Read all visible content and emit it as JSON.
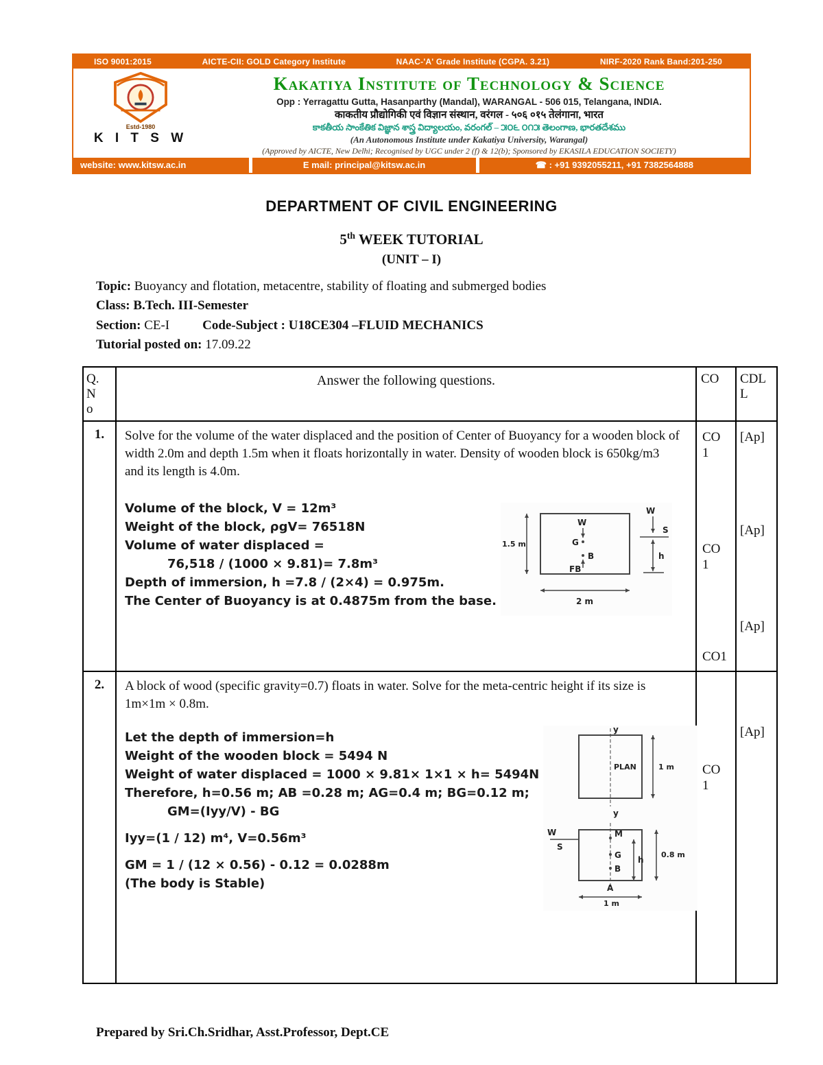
{
  "colors": {
    "accent_orange": "#E2670B",
    "institute_green": "#129412",
    "telugu_teal": "#1D9E84"
  },
  "banner": {
    "items": [
      "ISO 9001:2015",
      "AICTE-CII: GOLD Category Institute",
      "NAAC-'A' Grade Institute (CGPA. 3.21)",
      "NIRF-2020  Rank Band:201-250"
    ]
  },
  "header": {
    "institute_name": "Kakatiya Institute of Technology & Science",
    "address": "Opp : Yerragattu Gutta, Hasanparthy (Mandal), WARANGAL - 506 015, Telangana, INDIA.",
    "hindi_line": "काकतीय प्रौद्योगिकी एवं विज्ञान संस्थान, वरंगल - ५०६ ०१५ तेलंगाना, भारत",
    "telugu_line": "కాకతీయ సాంకేతిక విజ్ఞాన శాస్త్ర విద్యాలయం, వరంగల్ – ౫౦౬ ౦౧౫ తెలంగాణ, భారతదేశము",
    "autonomous_line": "(An Autonomous Institute under Kakatiya University, Warangal)",
    "approved_line": "(Approved by AICTE, New Delhi; Recognised by UGC under 2 (f) & 12(b); Sponsored by EKASILA EDUCATION SOCIETY)",
    "estd": "Estd-1980",
    "logo_text": "K I T S W",
    "website": "website: www.kitsw.ac.in",
    "email": "E mail: principal@kitsw.ac.in",
    "phone": "☎ : +91 9392055211,  +91 7382564888"
  },
  "document": {
    "department_title": "DEPARTMENT OF CIVIL ENGINEERING",
    "week_number": "5",
    "week_sup": "th",
    "week_rest": " WEEK TUTORIAL",
    "unit_line": "(UNIT – I)",
    "topic_label": "Topic:",
    "topic_text": " Buoyancy and flotation, metacentre, stability of floating and submerged bodies",
    "class_label": "Class:",
    "class_text": " B.Tech. III-Semester",
    "section_label": "Section:",
    "section_text": " CE-I",
    "code_label": "Code-Subject",
    "code_text": " : U18CE304 –FLUID MECHANICS",
    "posted_label": "Tutorial posted on:",
    "posted_text": " 17.09.22",
    "footer": "Prepared by Sri.Ch.Sridhar, Asst.Professor, Dept.CE"
  },
  "table": {
    "headers": {
      "qno": "Q.\nN\no",
      "question": "Answer the following questions.",
      "co": "CO",
      "cdl": "CDL\nL"
    },
    "rows": [
      {
        "qno": "1.",
        "question": "Solve for the volume of the water displaced and the position of Center of Buoyancy for a wooden block of width 2.0m and depth 1.5m when it floats horizontally in water. Density of wooden block is 650kg/m3 and its length is 4.0m.",
        "solution": [
          "Volume of the block, V = 12m³",
          "Weight of the block, ρgV= 76518N",
          "Volume of water displaced =",
          "76,518 / (1000 × 9.81)= 7.8m³",
          "Depth of immersion, h =7.8 / (2×4) = 0.975m.",
          "The Center of Buoyancy is at 0.4875m from the base."
        ],
        "co_entries": [
          "CO\n1",
          "CO\n1",
          "CO1"
        ],
        "cdl_entries": [
          "[Ap]",
          "[Ap]",
          "[Ap]"
        ]
      },
      {
        "qno": "2.",
        "question": "A block of wood (specific gravity=0.7) floats in water. Solve for the meta-centric height if its size is 1m×1m × 0.8m.",
        "solution": [
          "Let the depth of immersion=h",
          "Weight of the wooden block = 5494 N",
          "Weight of water displaced = 1000 × 9.81× 1×1 × h= 5494N",
          "Therefore, h=0.56 m; AB =0.28 m; AG=0.4 m; BG=0.12 m;",
          "GM=(Iyy/V) - BG",
          "Iyy=(1 / 12) m⁴, V=0.56m³",
          "GM = 1 / (12 × 0.56) - 0.12 = 0.0288m",
          "(The body is Stable)"
        ],
        "co_entries": [
          "CO\n1"
        ],
        "cdl_entries": [
          "[Ap]"
        ]
      }
    ]
  },
  "diagram1": {
    "dim_height": "1.5 m",
    "dim_width": "2 m",
    "w": "W",
    "g": "G",
    "b": "B",
    "fb": "FB",
    "w2": "W",
    "s": "S",
    "h": "h"
  },
  "diagram2": {
    "y_top": "y",
    "plan": "PLAN",
    "dim_side": "1 m",
    "y_mid": "y",
    "w": "W",
    "s": "S",
    "m": "M",
    "g": "G",
    "b": "B",
    "h": "h",
    "dim_height": "0.8 m",
    "a": "A",
    "dim_bottom": "1 m"
  }
}
